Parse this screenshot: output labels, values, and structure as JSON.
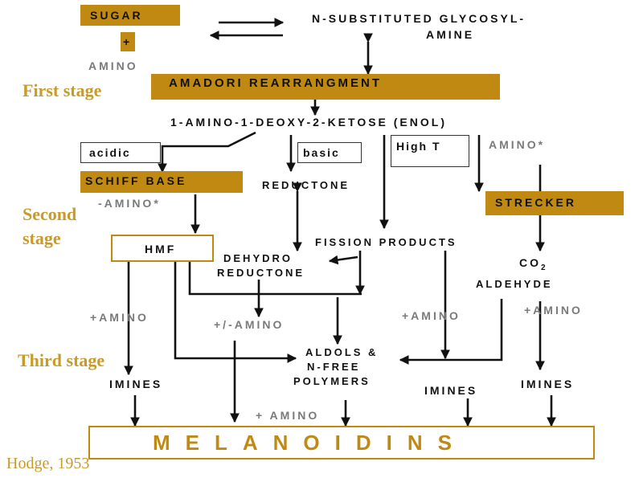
{
  "colors": {
    "gold": "#c08a12",
    "stage_text": "#c79a2a",
    "gray": "#7a7a7a",
    "text": "#111111"
  },
  "nodes": {
    "sugar": "SUGAR",
    "plus": "+",
    "amino": "AMINO",
    "n_substituted_line1": "N-SUBSTITUTED GLYCOSYL-",
    "n_substituted_line2": "AMINE",
    "amadori": "AMADORI REARRANGMENT",
    "ketose": "1-AMINO-1-DEOXY-2-KETOSE (ENOL)",
    "acidic": "acidic",
    "basic": "basic",
    "high_t": "High T",
    "amino_star_right": "AMINO*",
    "schiff_base": "SCHIFF BASE",
    "amino_star_left": "-AMINO*",
    "reductone": "REDUCTONE",
    "strecker": "STRECKER",
    "hmf": "HMF",
    "fission_products": "FISSION PRODUCTS",
    "dehydro_line1": "DEHYDRO",
    "dehydro_line2": "REDUCTONE",
    "co2": "CO",
    "co2_sub": "2",
    "aldehyde": "ALDEHYDE",
    "plus_amino_1": "+AMINO",
    "plus_minus_amino": "+/-AMINO",
    "plus_amino_2": "+AMINO",
    "plus_amino_3": "+AMINO",
    "aldols_line1": "ALDOLS &",
    "aldols_line2": "N-FREE",
    "aldols_line3": "POLYMERS",
    "imines_1": "IMINES",
    "imines_2": "IMINES",
    "imines_3": "IMINES",
    "plus_amino_4": "+ AMINO",
    "melanoidins": "MELANOIDINS"
  },
  "stages": {
    "first": "First stage",
    "second_line1": "Second",
    "second_line2": "stage",
    "third": "Third stage"
  },
  "citation": "Hodge, 1953"
}
